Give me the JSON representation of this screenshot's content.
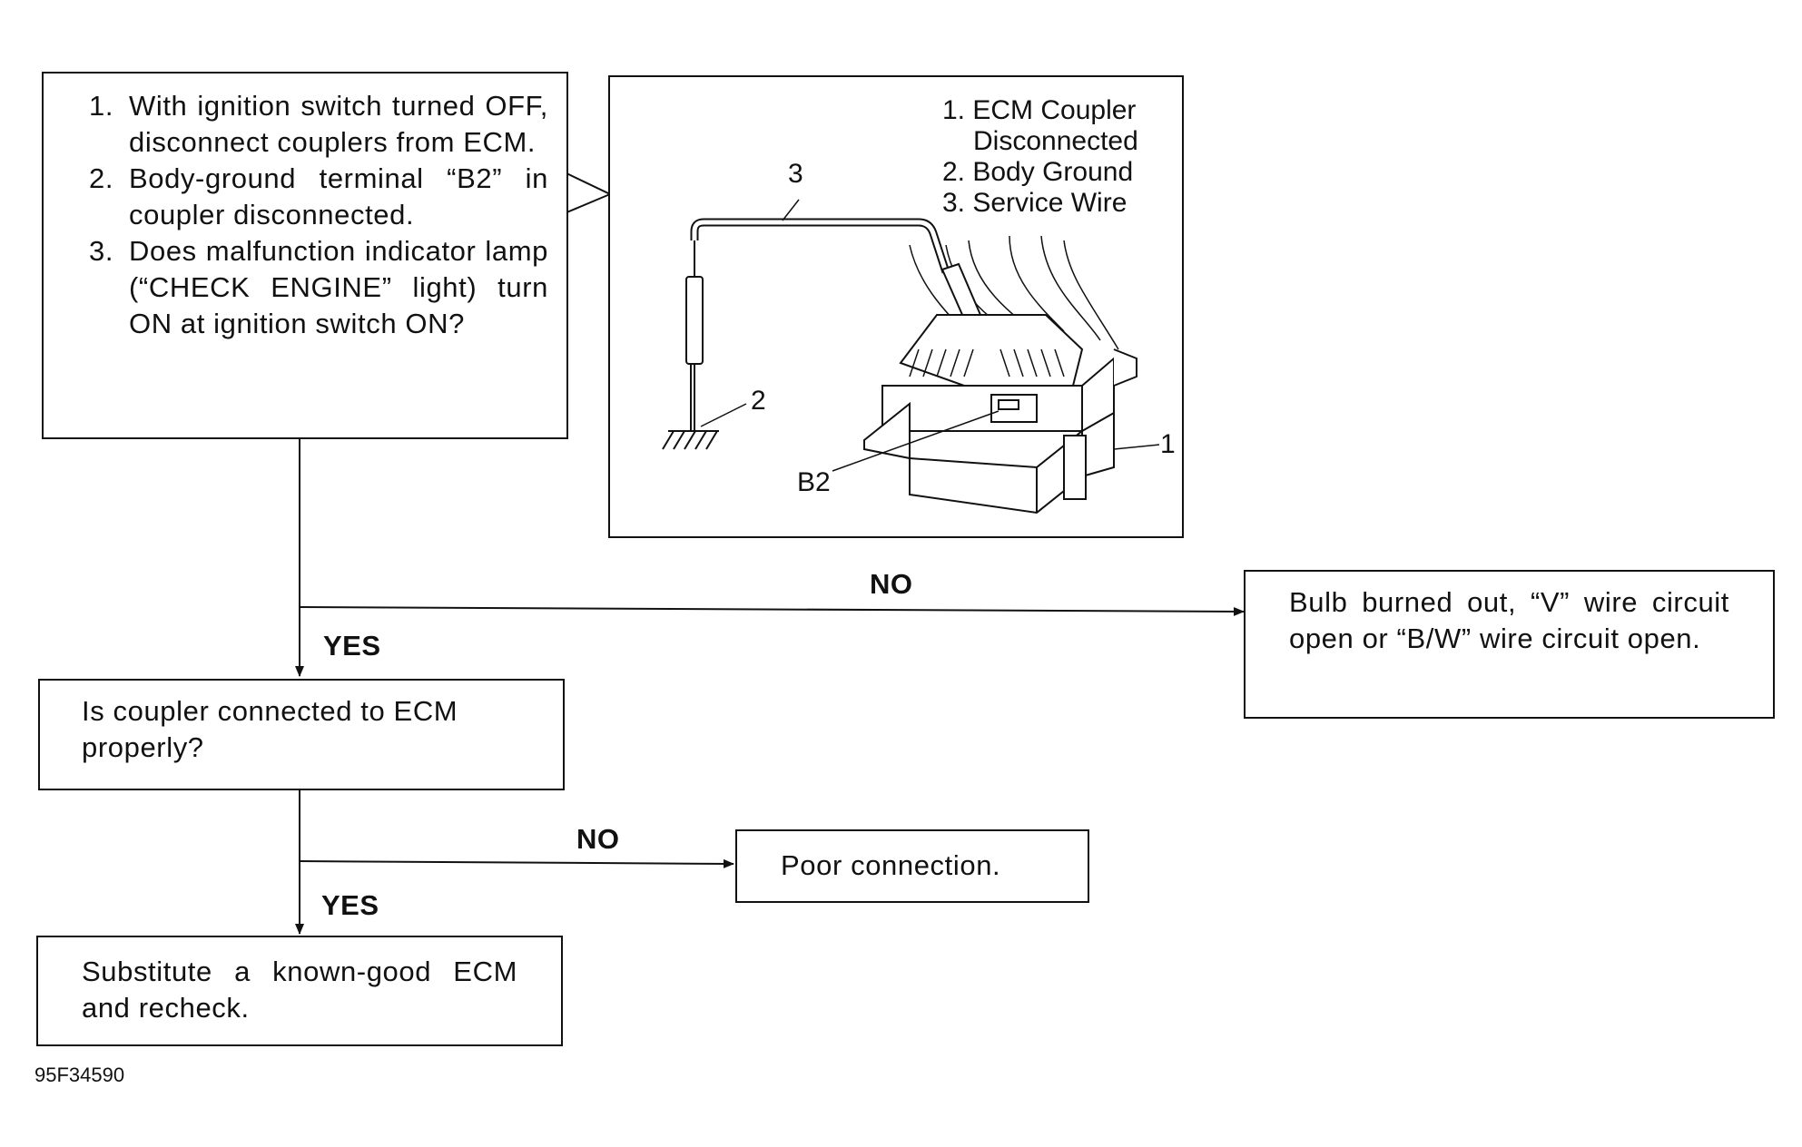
{
  "steps": [
    {
      "num": "1.",
      "text": "With ignition switch turned OFF, disconnect couplers from ECM."
    },
    {
      "num": "2.",
      "text": "Body-ground terminal “B2” in coupler disconnected."
    },
    {
      "num": "3.",
      "text": "Does malfunction indicator lamp (“CHECK ENGINE” light) turn ON at ignition switch ON?"
    }
  ],
  "illustration": {
    "legend": [
      "1. ECM Coupler",
      "Disconnected",
      "2. Body Ground",
      "3. Service Wire"
    ],
    "callouts": {
      "one": "1",
      "two": "2",
      "three": "3",
      "b2": "B2"
    }
  },
  "branches": {
    "no1": "NO",
    "yes1": "YES",
    "no2": "NO",
    "yes2": "YES"
  },
  "outcomes": {
    "bulb": "Bulb burned out, “V” wire circuit open or “B/W” wire circuit open.",
    "coupler_question": "Is coupler connected to ECM properly?",
    "poor": "Poor connection.",
    "substitute": "Substitute a known-good ECM and recheck."
  },
  "figure_code": "95F34590"
}
